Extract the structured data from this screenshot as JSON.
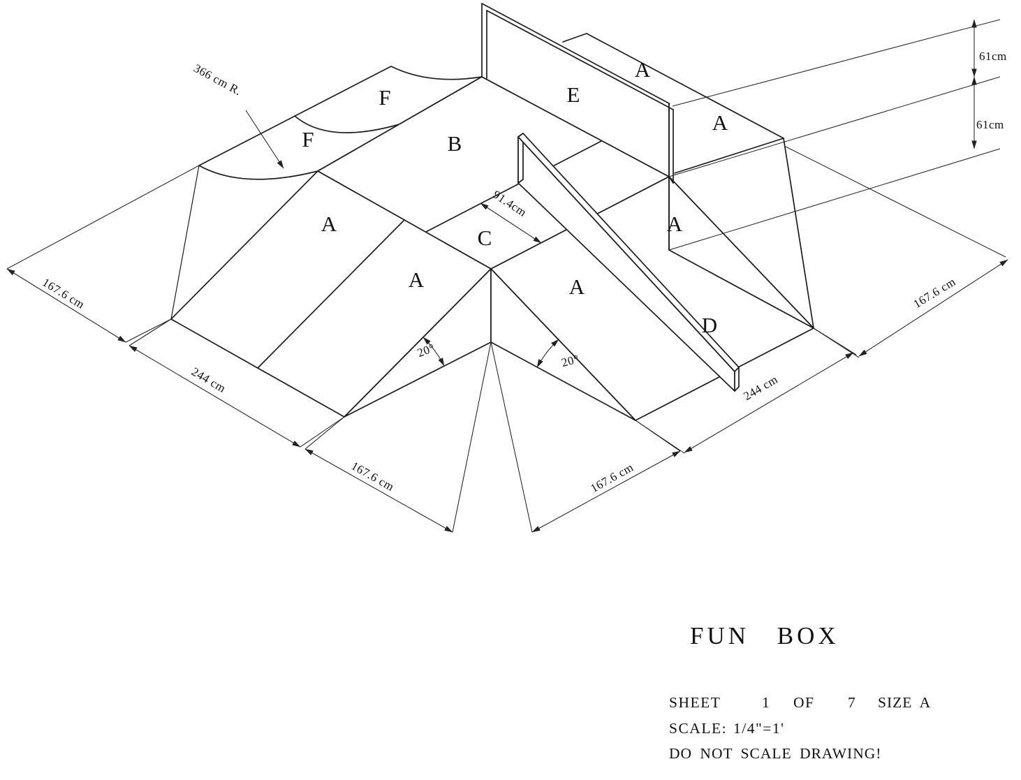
{
  "drawing": {
    "panel_labels": {
      "f_upper": "F",
      "f_lower": "F",
      "b": "B",
      "e": "E",
      "a_behind_wall": "A",
      "a_back_right": "A",
      "a_left_bank": "A",
      "a_front_left_bank": "A",
      "c": "C",
      "a_front_right_bank": "A",
      "a_right_bank": "A",
      "d_rail": "D"
    },
    "dimensions": {
      "left_upper": "167.6 cm",
      "left_mid": "244 cm",
      "left_lower": "167.6 cm",
      "right_lower": "167.6 cm",
      "right_mid": "244 cm",
      "right_upper": "167.6 cm",
      "height_upper": "61cm",
      "height_lower": "61cm",
      "deck_strip_width": "91.4cm",
      "radius_note": "366 cm R.",
      "angle_front_left": "20°",
      "angle_front_right": "20°"
    }
  },
  "title_block": {
    "title": "FUN BOX",
    "sheet_label": "SHEET",
    "sheet_number": "1",
    "of_label": "OF",
    "sheet_total": "7",
    "size_label": "SIZE A",
    "scale_label": "SCALE:",
    "scale_value": "1/4\"=1'",
    "note": "DO NOT SCALE DRAWING!"
  }
}
